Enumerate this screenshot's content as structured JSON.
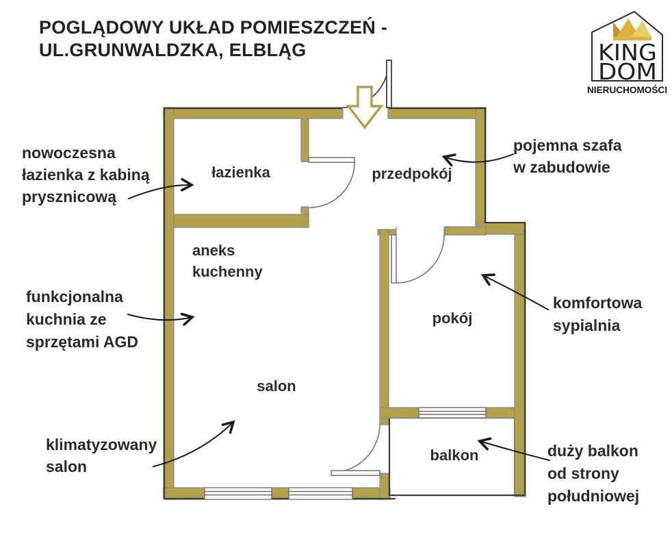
{
  "header": {
    "title_line1": "POGLĄDOWY UKŁAD POMIESZCZEŃ -",
    "title_line2": "UL.GRUNWALDZKA, ELBLĄG"
  },
  "logo": {
    "name_top": "KING",
    "name_bottom": "DOM",
    "subtitle": "NIERUCHOMOŚCI"
  },
  "rooms": {
    "bathroom": "łazienka",
    "hallway": "przedpokój",
    "kitchenette_line1": "aneks",
    "kitchenette_line2": "kuchenny",
    "bedroom": "pokój",
    "living_room": "salon",
    "balcony": "balkon"
  },
  "annotations": {
    "bathroom": {
      "lines": [
        "nowoczesna",
        "łazienka z kabiną",
        "prysznicową"
      ]
    },
    "wardrobe": {
      "lines": [
        "pojemna szafa",
        "w zabudowie"
      ]
    },
    "kitchen": {
      "lines": [
        "funkcjonalna",
        "kuchnia ze",
        "sprzętami AGD"
      ]
    },
    "bedroom": {
      "lines": [
        "komfortowa",
        "sypialnia"
      ]
    },
    "living_room": {
      "lines": [
        "klimatyzowany",
        "salon"
      ]
    },
    "balcony": {
      "lines": [
        "duży balkon",
        "od strony",
        "południowej"
      ]
    }
  },
  "colors": {
    "wall_fill": "#b3a04a",
    "dark_outline": "#3c3c3c",
    "inner_line": "#8a8a8a",
    "crown_gold": "#d9b23f",
    "text": "#232323"
  },
  "icons": {
    "entrance_direction": "down-arrow-icon",
    "logo_crown": "crown-icon",
    "logo_house": "house-icon"
  }
}
